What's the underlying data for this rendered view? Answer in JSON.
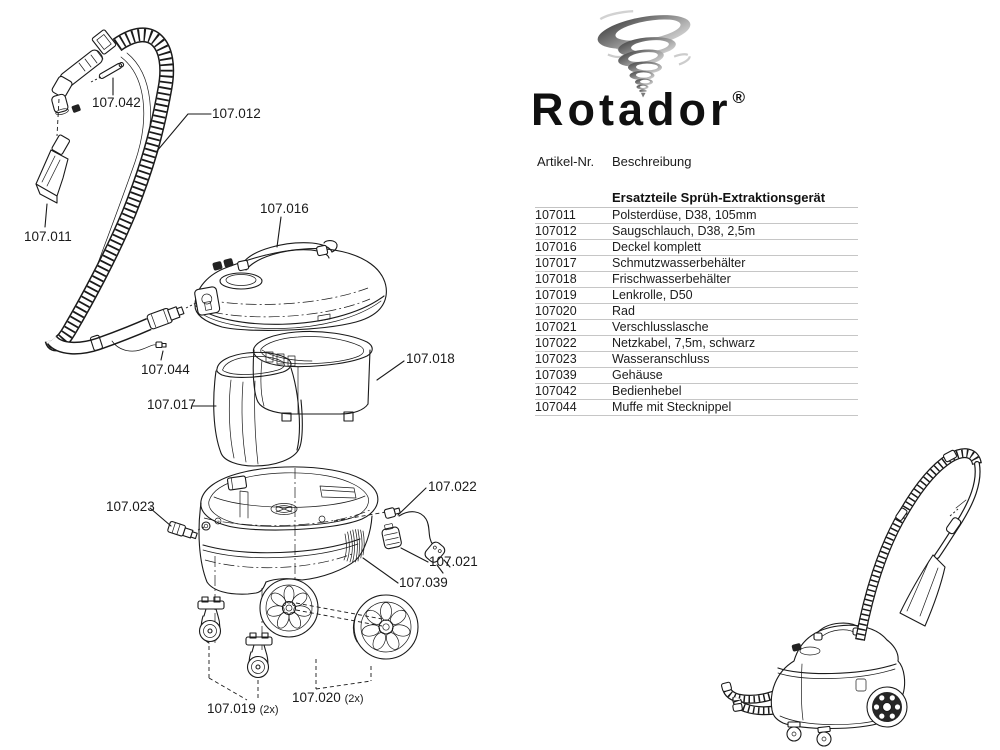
{
  "logo": {
    "brand": "Rotador",
    "registered": "®",
    "icon": "tornado-icon"
  },
  "table": {
    "col_artikel": "Artikel-Nr.",
    "col_beschreibung": "Beschreibung",
    "section_title": "Ersatzteile Sprüh-Extraktionsgerät",
    "rows": [
      {
        "nr": "107011",
        "desc": "Polsterdüse, D38, 105mm"
      },
      {
        "nr": "107012",
        "desc": "Saugschlauch, D38, 2,5m"
      },
      {
        "nr": "107016",
        "desc": "Deckel komplett"
      },
      {
        "nr": "107017",
        "desc": "Schmutzwasserbehälter"
      },
      {
        "nr": "107018",
        "desc": "Frischwasserbehälter"
      },
      {
        "nr": "107019",
        "desc": "Lenkrolle, D50"
      },
      {
        "nr": "107020",
        "desc": "Rad"
      },
      {
        "nr": "107021",
        "desc": "Verschlusslasche"
      },
      {
        "nr": "107022",
        "desc": "Netzkabel, 7,5m, schwarz"
      },
      {
        "nr": "107023",
        "desc": "Wasseranschluss"
      },
      {
        "nr": "107039",
        "desc": "Gehäuse"
      },
      {
        "nr": "107042",
        "desc": "Bedienhebel"
      },
      {
        "nr": "107044",
        "desc": "Muffe mit Stecknippel"
      }
    ]
  },
  "callouts": {
    "c107042": "107.042",
    "c107012": "107.012",
    "c107011": "107.011",
    "c107016": "107.016",
    "c107044": "107.044",
    "c107018": "107.018",
    "c107017": "107.017",
    "c107023": "107.023",
    "c107022": "107.022",
    "c107021": "107.021",
    "c107039": "107.039",
    "c107019": "107.019",
    "c107019_qty": "(2x)",
    "c107020": "107.020",
    "c107020_qty": "(2x)"
  },
  "colors": {
    "line_art": "#1a1a1a",
    "table_rule": "#c6c6c6",
    "text": "#1a1a1a"
  }
}
